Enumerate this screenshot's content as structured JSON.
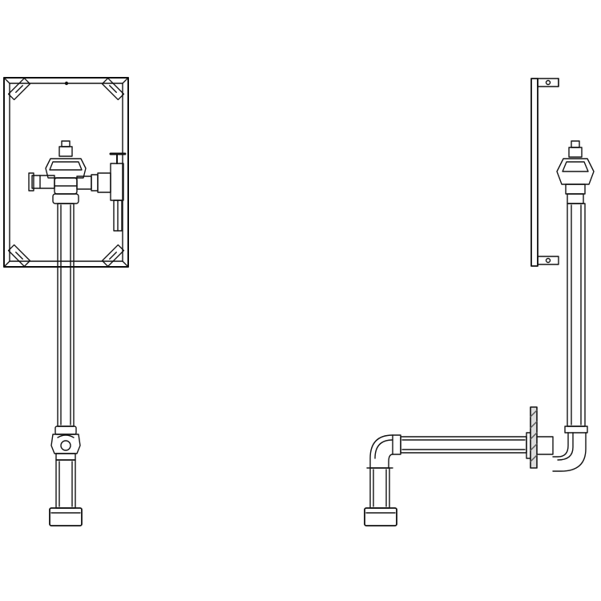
{
  "drawing": {
    "views": [
      {
        "id": "front",
        "parts": [
          "mounting-plate",
          "flush-valve",
          "stop-valve",
          "vertical-flush-pipe",
          "vacuum-breaker-elbow",
          "spud-connector"
        ]
      },
      {
        "id": "side",
        "parts": [
          "mounting-plate-side",
          "flush-valve-side",
          "vertical-flush-pipe",
          "elbow",
          "horizontal-pipe",
          "wall-flange",
          "spud-connector"
        ]
      }
    ],
    "colors": {
      "line": "#111111",
      "background": "#ffffff",
      "hatch": "#555555"
    }
  }
}
